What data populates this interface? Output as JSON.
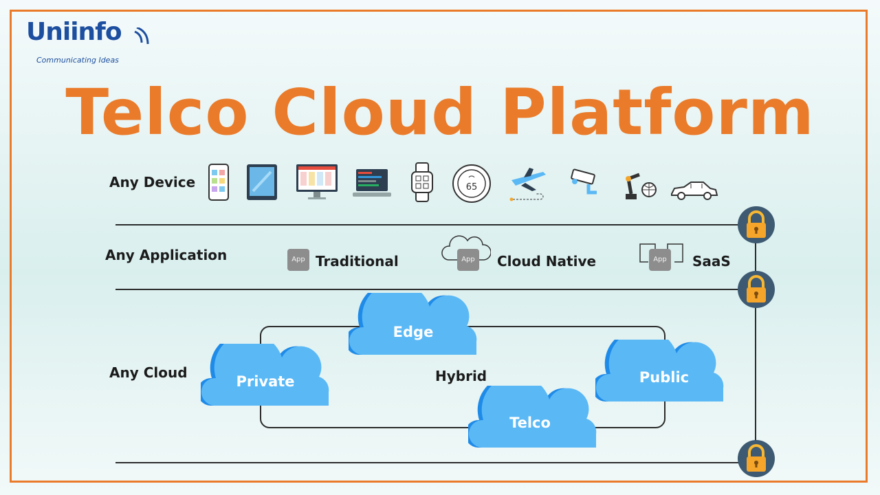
{
  "logo": {
    "name": "Uniinfo",
    "tagline": "Communicating Ideas"
  },
  "title": "Telco Cloud Platform",
  "rows": {
    "device": {
      "label": "Any Device"
    },
    "application": {
      "label": "Any Application"
    },
    "cloud": {
      "label": "Any Cloud"
    }
  },
  "devices": [
    "smartphone-icon",
    "tablet-icon",
    "monitor-icon",
    "laptop-icon",
    "smartwatch-icon",
    "thermostat-icon",
    "airplane-icon",
    "security-camera-icon",
    "robot-arm-icon",
    "car-icon"
  ],
  "thermostat_value": "65",
  "applications": [
    {
      "box": "App",
      "label": "Traditional"
    },
    {
      "box": "App",
      "label": "Cloud Native"
    },
    {
      "box": "App",
      "label": "SaaS"
    }
  ],
  "clouds": {
    "hybrid": "Hybrid",
    "edge": "Edge",
    "private": "Private",
    "public": "Public",
    "telco": "Telco"
  },
  "colors": {
    "accent": "#ea7b2a",
    "cloud": "#5ab8f5",
    "cloud_dark": "#1f8be8",
    "brand": "#1d4fa0"
  }
}
